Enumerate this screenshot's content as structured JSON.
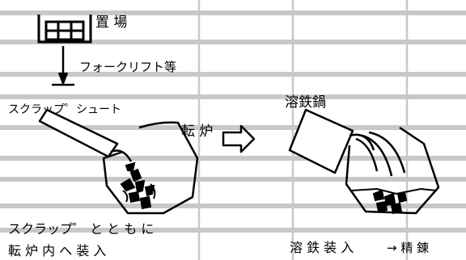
{
  "labels": {
    "yard": "置 場",
    "forklift": "フォークリフト等",
    "scrap_chute": "スクラップ゜シュート",
    "converter": "転 炉",
    "ladle": "溶鉄鍋",
    "caption_line1": "スクラップ゜ と と も に",
    "caption_line2": "転 炉 内 へ 装 入",
    "charging": "溶 鉄 装 入",
    "refining": "→ 精 錬"
  },
  "colors": {
    "background": "#ffffff",
    "grid_line": "#c8c8c8",
    "ink": "#000000"
  },
  "icons": {
    "transition_arrow": "hollow-right-arrow",
    "yard_rack": "grid-box-icon"
  }
}
